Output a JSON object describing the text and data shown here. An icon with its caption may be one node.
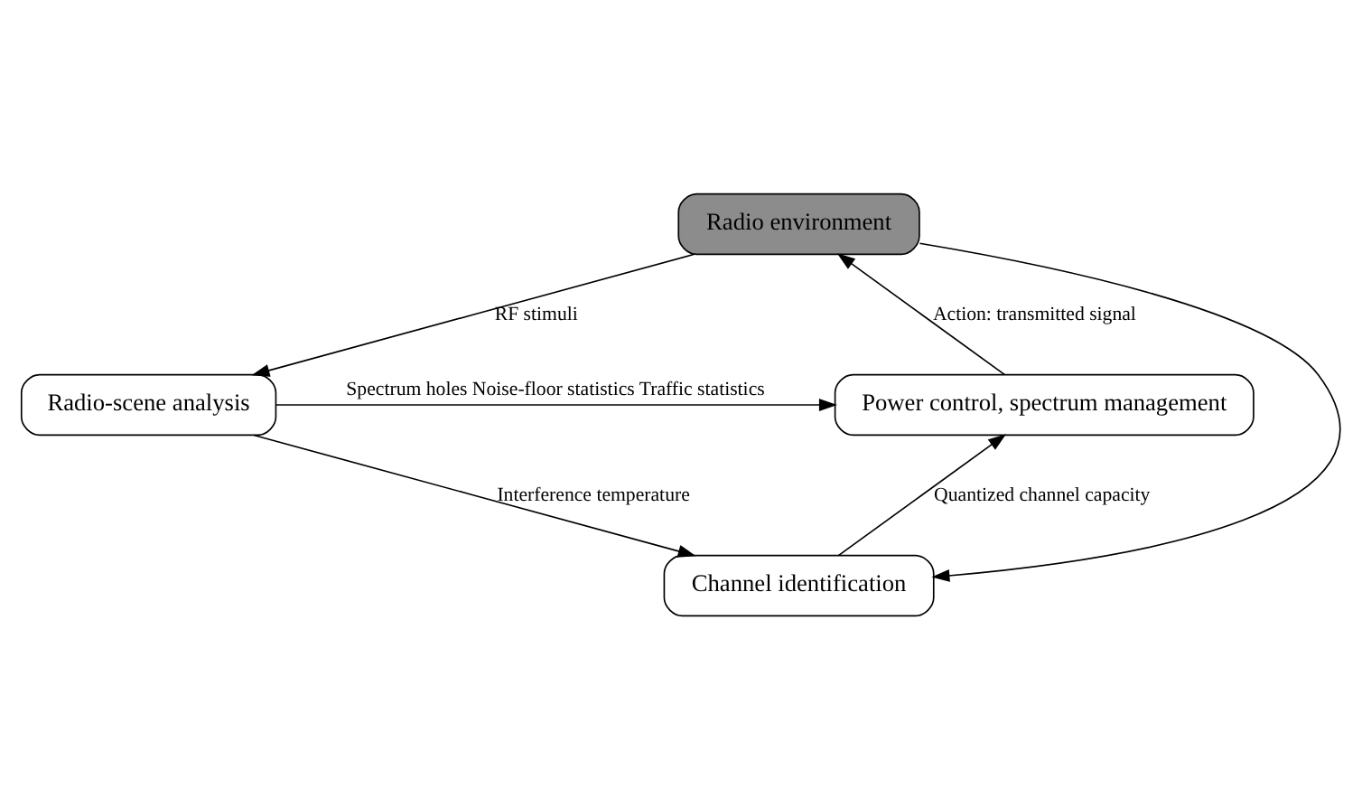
{
  "diagram": {
    "nodes": [
      {
        "text": [
          "Radio environment"
        ]
      },
      {
        "text": [
          "Radio-scene analysis"
        ]
      },
      {
        "text": [
          "Channel identification"
        ]
      },
      {
        "text": [
          "Power control, spectrum management"
        ]
      }
    ],
    "edges": [
      {
        "from": 0,
        "to": 1,
        "arrow": "to",
        "label": "RF stimuli"
      },
      {
        "from": 1,
        "to": 3,
        "arrow": "to",
        "label": "Spectrum holes Noise-floor statistics Traffic statistics"
      },
      {
        "from": 1,
        "to": 2,
        "arrow": "to",
        "label": "Interference temperature"
      },
      {
        "from": 2,
        "to": 3,
        "arrow": "to",
        "label": "Quantized channel capacity"
      },
      {
        "from": 3,
        "to": 0,
        "arrow": "to",
        "label": "Action: transmitted signal"
      },
      {
        "from": 0,
        "to": 2,
        "arrow": "to"
      }
    ]
  }
}
